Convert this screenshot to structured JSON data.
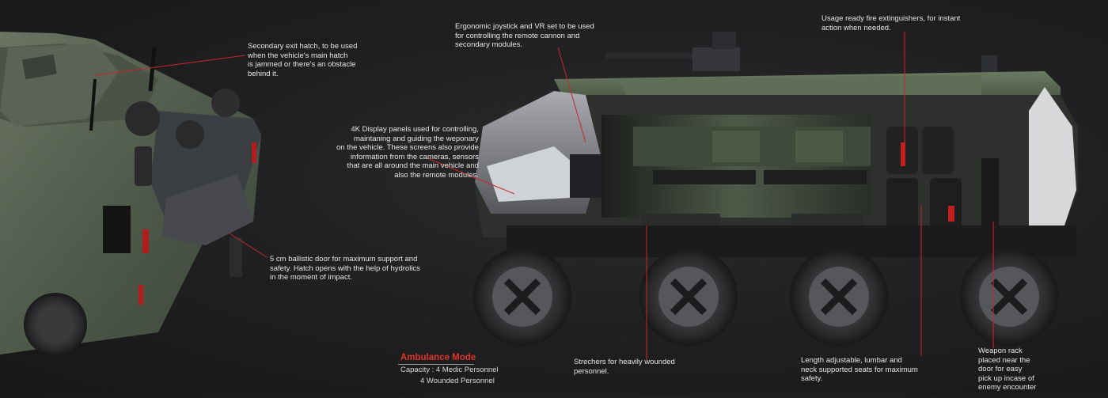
{
  "annotations": {
    "secondary_exit": "Secondary exit hatch, to be used\nwhen the vehicle's main hatch\nis jammed or there's an obstacle\nbehind it.",
    "ballistic_door": "5 cm ballistic door for maximum support and\nsafety. Hatch opens with the help of hydrolics\nin the moment of impact.",
    "joystick_vr": "Ergonomic joystick and VR set to be used\nfor controlling the remote cannon and\nsecondary  modules.",
    "display_panels": "4K Display panels used for controlling,\nmaintaning and guiding the weponary\non the vehicle. These screens also provide\ninformation from the cameras, sensors\nthat are all around the main vehicle and\nalso the remote modules.",
    "fire_extinguishers": "Usage ready fire extinguishers, for instant\naction when  needed.",
    "stretchers": "Strechers for heavily wounded\npersonnel.",
    "seats": "Length adjustable, lumbar and\nneck supported seats for maximum\nsafety.",
    "weapon_rack": "Weapon rack\nplaced near the\ndoor for easy\npick up incase of\nenemy encounter"
  },
  "ambulance_mode": {
    "title": "Ambulance Mode",
    "capacity_line": "Capacity : 4 Medic Personnel",
    "wounded_line": "4 Wounded Personnel"
  },
  "colors": {
    "accent": "#e0342b",
    "leader_line": "#c9262a",
    "background": "#1f1f21",
    "hull_green": "#5b6b55",
    "tire_dark": "#2a2a2c"
  }
}
